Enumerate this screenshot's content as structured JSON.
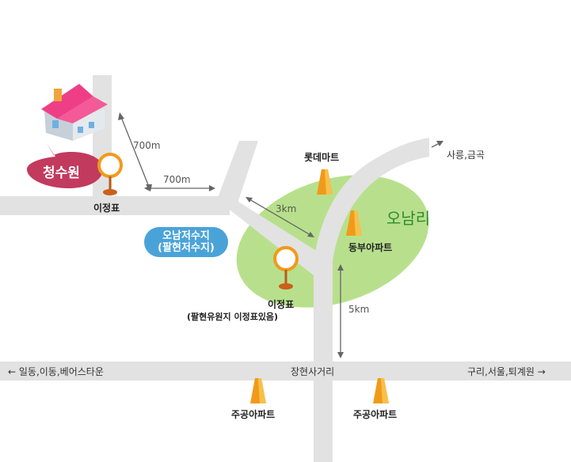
{
  "colors": {
    "road": "#e2e2e2",
    "green_area": "#b8e08c",
    "bubble": "#c23a5d",
    "pill": "#4aa3d8",
    "marker_orange": "#f19a1a",
    "arrow": "#666666"
  },
  "labels": {
    "cheongsuwon": "청수원",
    "ijeongpyo_1": "이정표",
    "dist_700_vertical": "700m",
    "dist_700_horizontal": "700m",
    "lotte_mart": "롯데마트",
    "sareung": "사릉,금곡",
    "dist_3km": "3km",
    "onamri": "오남리",
    "onam_reservoir_line1": "오남저수지",
    "onam_reservoir_line2": "(팔현저수지)",
    "dongbu_apt": "동부아파트",
    "ijeongpyo_2": "이정표",
    "palhyeon_note": "(팔현유원지 이정표있음)",
    "dist_5km": "5km",
    "ildong": "←  일동,이동,베어스타운",
    "janghyeon": "장현사거리",
    "guri": "구리,서울,퇴계원 →",
    "jugong_1": "주공아파트",
    "jugong_2": "주공아파트"
  }
}
